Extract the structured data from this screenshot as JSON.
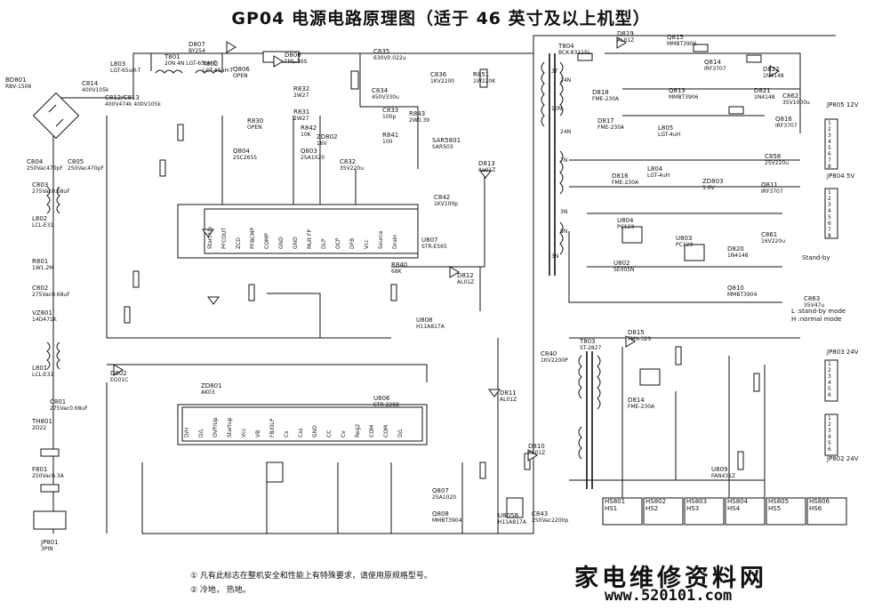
{
  "title": "GP04 电源电路原理图（适于 46 英寸及以上机型）",
  "notes": [
    "①  凡有此标志在整机安全和性能上有特殊要求，请使用原规格型号。",
    "②  冷地，  热地。"
  ],
  "footer": {
    "site_cn": "家电维修资料网",
    "site_url": "www.520101.com"
  },
  "modes": [
    "L :stand-by mode",
    "H :normal mode"
  ],
  "components": [
    {
      "ref": "BD801",
      "val": "RBV-1506"
    },
    {
      "ref": "C814",
      "val": "400V105k"
    },
    {
      "ref": "C812/C813",
      "val": "400V474k 400V105k"
    },
    {
      "ref": "L803",
      "val": "LGT-65uH-T"
    },
    {
      "ref": "T801",
      "val": "20N 4N LGT-65uH-T"
    },
    {
      "ref": "T802",
      "val": "LGT-65uH-T"
    },
    {
      "ref": "D807",
      "val": "BY254"
    },
    {
      "ref": "D806",
      "val": "FML-36S"
    },
    {
      "ref": "C835",
      "val": "630V0.022u"
    },
    {
      "ref": "C834",
      "val": "450V330u"
    },
    {
      "ref": "C836",
      "val": "1KV2200"
    },
    {
      "ref": "R851",
      "val": "1W220K"
    },
    {
      "ref": "T804",
      "val": "BCK-83215L"
    },
    {
      "ref": "Q806",
      "val": "OPEN"
    },
    {
      "ref": "R830",
      "val": "OPEN"
    },
    {
      "ref": "Q804",
      "val": "2SC2655"
    },
    {
      "ref": "Q803",
      "val": "2SA1020"
    },
    {
      "ref": "R832",
      "val": "2W27"
    },
    {
      "ref": "R831",
      "val": "2W27"
    },
    {
      "ref": "R842",
      "val": "10K"
    },
    {
      "ref": "ZD802",
      "val": "16V"
    },
    {
      "ref": "C832",
      "val": "35V220u"
    },
    {
      "ref": "R843",
      "val": "2W0.39"
    },
    {
      "ref": "C833",
      "val": "100p"
    },
    {
      "ref": "R841",
      "val": "100"
    },
    {
      "ref": "SAR5801",
      "val": "SAR503"
    },
    {
      "ref": "U807",
      "val": "STR-E565"
    },
    {
      "ref": "C842",
      "val": "1KV100p"
    },
    {
      "ref": "D813",
      "val": "AL01Z"
    },
    {
      "ref": "D812",
      "val": "AL01Z"
    },
    {
      "ref": "R840",
      "val": "68K"
    },
    {
      "ref": "U808",
      "val": "H11A817A"
    },
    {
      "ref": "C804",
      "val": "250Vac470pF"
    },
    {
      "ref": "C805",
      "val": "250Vac470pF"
    },
    {
      "ref": "C803",
      "val": "275Vac0.68uF"
    },
    {
      "ref": "L802",
      "val": "LCL-E31"
    },
    {
      "ref": "R801",
      "val": "1W1.2M"
    },
    {
      "ref": "C802",
      "val": "275Vac0.68uF"
    },
    {
      "ref": "VZ801",
      "val": "14D471K"
    },
    {
      "ref": "L801",
      "val": "LCL-E31"
    },
    {
      "ref": "C801",
      "val": "275Vac0.68uF"
    },
    {
      "ref": "TH801",
      "val": "2D22"
    },
    {
      "ref": "F801",
      "val": "250Vac6.3A"
    },
    {
      "ref": "JP801",
      "val": "3PIN"
    },
    {
      "ref": "D802",
      "val": "EG01C"
    },
    {
      "ref": "ZD801",
      "val": "AK03"
    },
    {
      "ref": "U806",
      "val": "STR-2268"
    },
    {
      "ref": "D811",
      "val": "AL01Z"
    },
    {
      "ref": "D810",
      "val": "AL01Z"
    },
    {
      "ref": "T803",
      "val": "ST-2827"
    },
    {
      "ref": "D814",
      "val": "FME-230A"
    },
    {
      "ref": "D815",
      "val": "FMX-32S"
    },
    {
      "ref": "U809",
      "val": "FAN431Z"
    },
    {
      "ref": "Q808",
      "val": "MMBT3904"
    },
    {
      "ref": "Q807",
      "val": "2SA1020"
    },
    {
      "ref": "U805B",
      "val": "H11A817A"
    },
    {
      "ref": "C843",
      "val": "250Vac2200p"
    },
    {
      "ref": "C840",
      "val": "1KV2200P"
    },
    {
      "ref": "D819",
      "val": "AL01Z"
    },
    {
      "ref": "Q815",
      "val": "MMBT3906"
    },
    {
      "ref": "Q813",
      "val": "MMBT3906"
    },
    {
      "ref": "Q814",
      "val": "IRF3707"
    },
    {
      "ref": "Q816",
      "val": "IRF3707"
    },
    {
      "ref": "Q811",
      "val": "IRF3707"
    },
    {
      "ref": "Q810",
      "val": "MMBT3904"
    },
    {
      "ref": "D818",
      "val": "FME-230A"
    },
    {
      "ref": "D817",
      "val": "FME-230A"
    },
    {
      "ref": "D816",
      "val": "FME-230A"
    },
    {
      "ref": "D822",
      "val": "1N4148"
    },
    {
      "ref": "D821",
      "val": "1N4148"
    },
    {
      "ref": "D820",
      "val": "1N4148"
    },
    {
      "ref": "L805",
      "val": "LGT-4uH"
    },
    {
      "ref": "L804",
      "val": "LGT-4uH"
    },
    {
      "ref": "ZD803",
      "val": "5.6V"
    },
    {
      "ref": "U804",
      "val": "PC123"
    },
    {
      "ref": "U803",
      "val": "PC123"
    },
    {
      "ref": "U802",
      "val": "SE005N"
    },
    {
      "ref": "C862",
      "val": "35V1000u"
    },
    {
      "ref": "C858",
      "val": "25V220u"
    },
    {
      "ref": "C861",
      "val": "16V220u"
    },
    {
      "ref": "C863",
      "val": "35V47u"
    }
  ],
  "connectors": [
    {
      "ref": "JP805",
      "val": "12V"
    },
    {
      "ref": "JP804",
      "val": "5V"
    },
    {
      "ref": "JP803",
      "val": "24V"
    },
    {
      "ref": "JP802",
      "val": "24V"
    }
  ],
  "connector_pins": [
    "1",
    "2",
    "3",
    "4",
    "5",
    "6",
    "7",
    "8"
  ],
  "stand_by": "Stand-by",
  "heatsinks": [
    {
      "ref": "HS801",
      "val": "HS1"
    },
    {
      "ref": "HS802",
      "val": "HS2"
    },
    {
      "ref": "HS803",
      "val": "HS3"
    },
    {
      "ref": "HS804",
      "val": "HS4"
    },
    {
      "ref": "HS805",
      "val": "HS5"
    },
    {
      "ref": "HS806",
      "val": "HS6"
    }
  ],
  "ic_pins_u807": [
    "Start-Up",
    "PFCOUT",
    "ZCD",
    "PFBCMP",
    "COMP",
    "GND",
    "GND",
    "Mult FP",
    "DLP",
    "OCP",
    "DFB",
    "Vcc",
    "Source",
    "Drain"
  ],
  "ic_pins_u806": [
    "D/H",
    "D/L",
    "OVP/Up",
    "Startup",
    "Vcc",
    "VB",
    "FB/OLP",
    "Cs",
    "Css",
    "GND",
    "CC",
    "Cv",
    "Reg2",
    "COM",
    "COM",
    "D/L"
  ],
  "transformer_windings": [
    "24N",
    "3T",
    "10N",
    "24N",
    "7N",
    "3N",
    "8N",
    "3N"
  ]
}
